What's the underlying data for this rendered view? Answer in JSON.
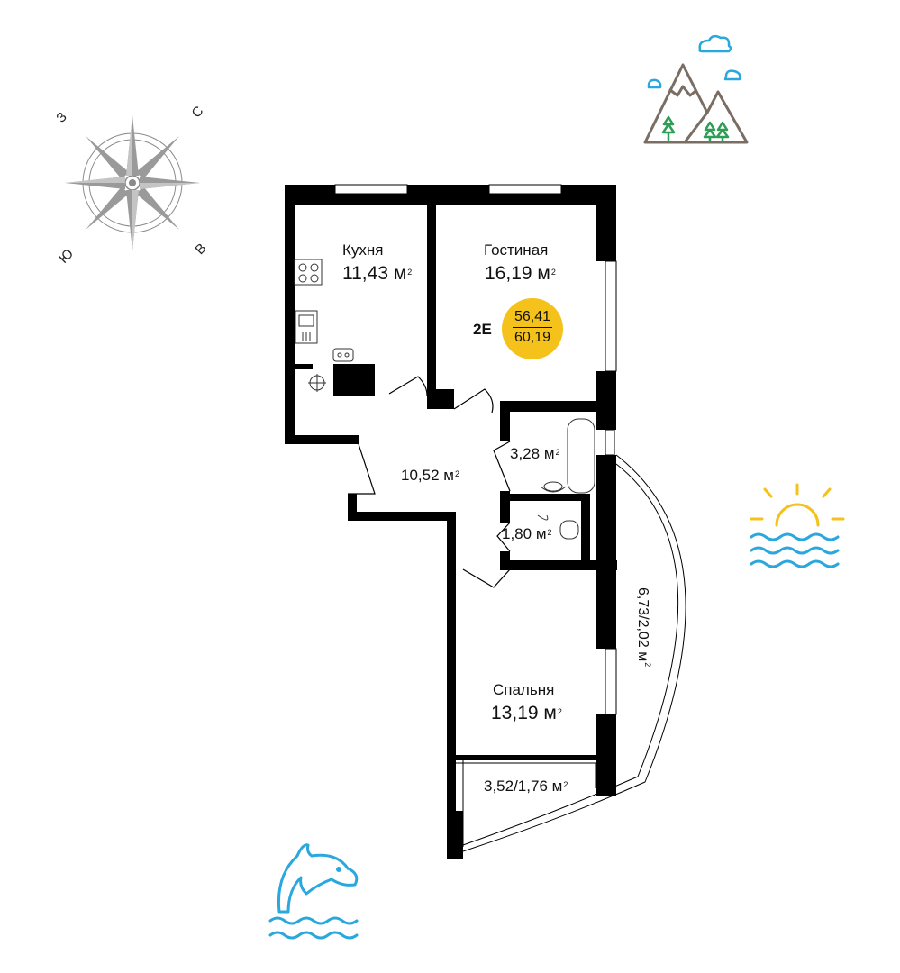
{
  "apartment": {
    "type": "2E",
    "area_living": "56,41",
    "area_total": "60,19"
  },
  "unit": "м",
  "unit_sup": "2",
  "rooms": {
    "kitchen": {
      "name": "Кухня",
      "area": "11,43"
    },
    "living": {
      "name": "Гостиная",
      "area": "16,19"
    },
    "hall": {
      "area": "10,52"
    },
    "bath": {
      "area": "3,28"
    },
    "wc": {
      "area": "1,80"
    },
    "bedroom": {
      "name": "Спальня",
      "area": "13,19"
    },
    "balcony_small": {
      "area": "3,52/1,76"
    },
    "balcony_large": {
      "area": "6,73/2,02"
    }
  },
  "compass": {
    "n": "С",
    "e": "В",
    "s": "Ю",
    "w": "З"
  },
  "icons": [
    "compass-rose-icon",
    "mountains-icon",
    "sun-sea-icon",
    "dolphin-icon"
  ],
  "colors": {
    "wall": "#000000",
    "badge": "#f4c21a",
    "icon_blue": "#2aa7dd",
    "icon_green": "#2e9d57",
    "icon_gray": "#7a6e64",
    "sun": "#f4c21a"
  }
}
